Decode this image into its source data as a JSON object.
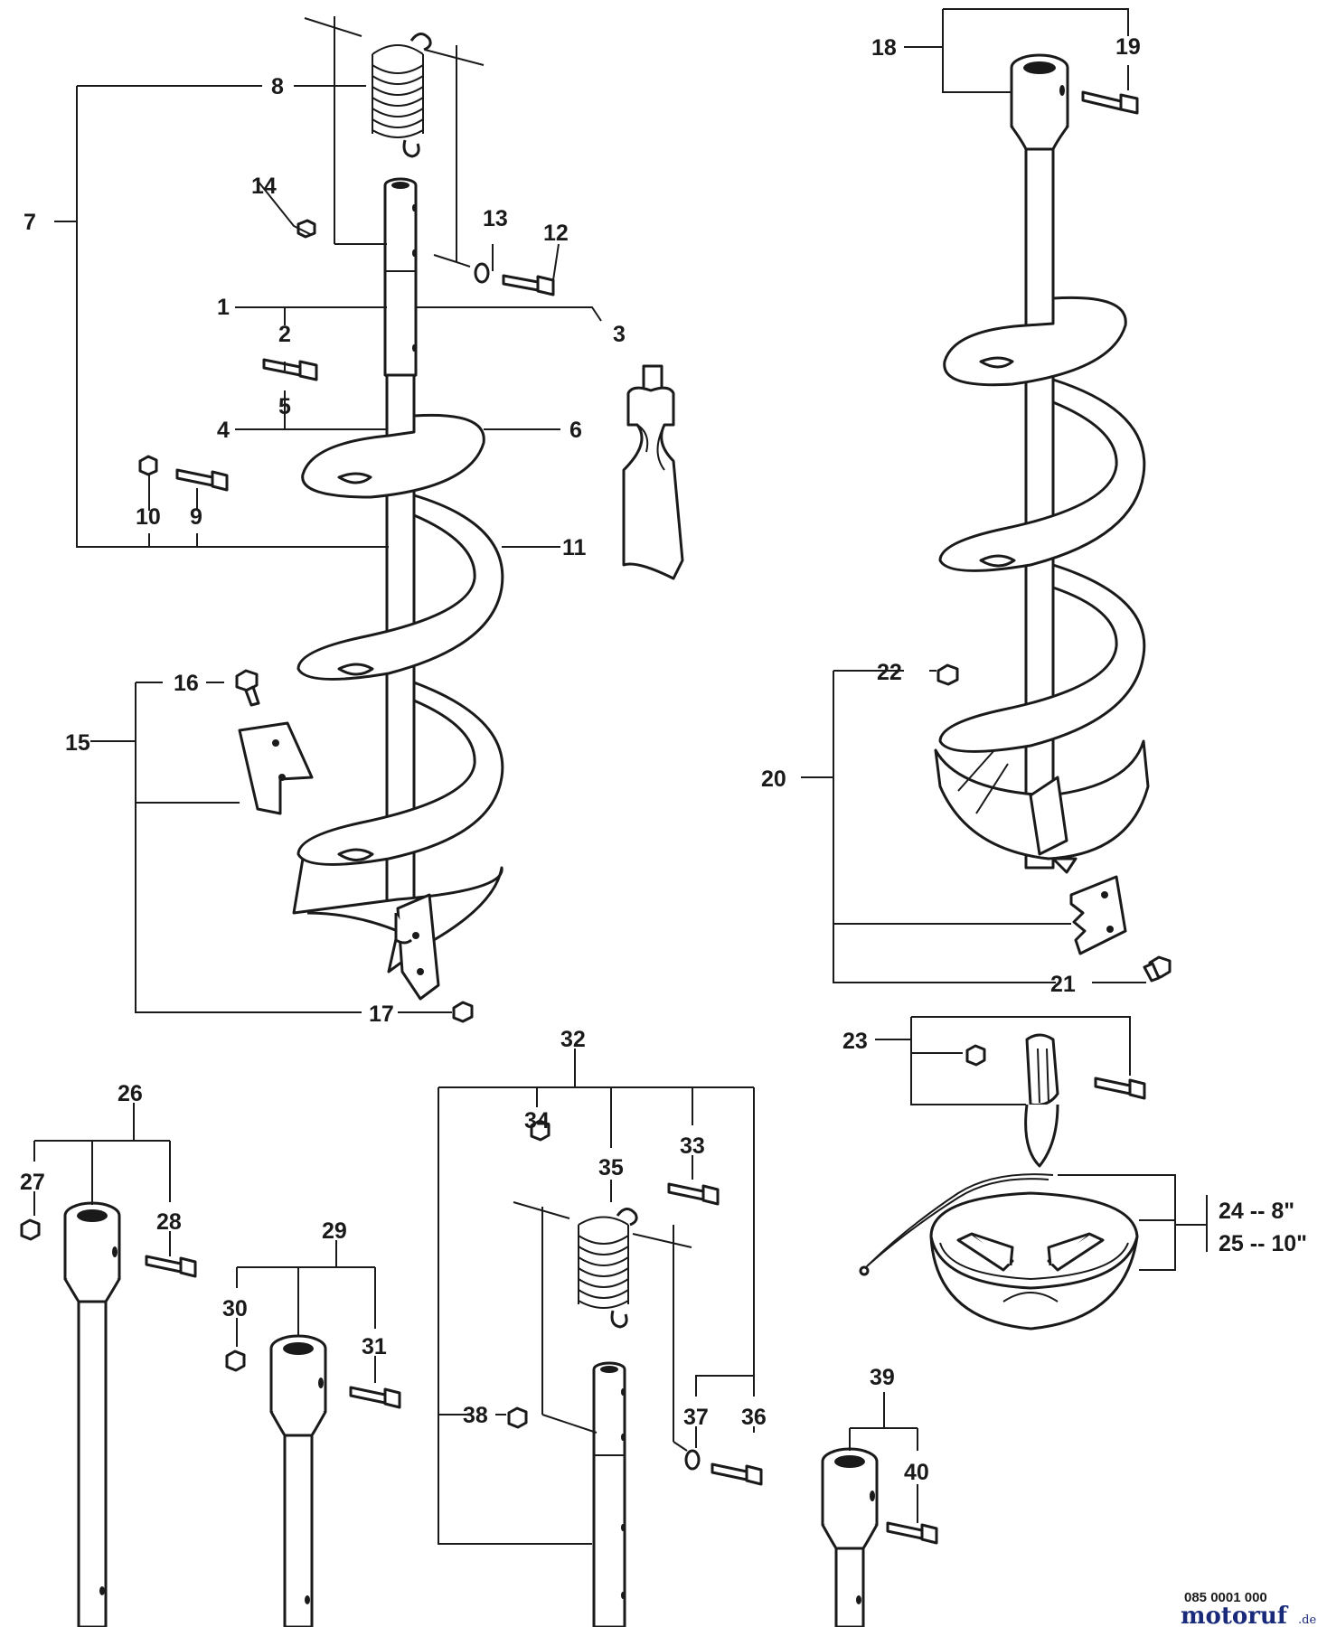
{
  "labels": {
    "n1": "1",
    "n2": "2",
    "n3": "3",
    "n4": "4",
    "n5": "5",
    "n6": "6",
    "n7": "7",
    "n8": "8",
    "n9": "9",
    "n10": "10",
    "n11": "11",
    "n12": "12",
    "n13": "13",
    "n14": "14",
    "n15": "15",
    "n16": "16",
    "n17": "17",
    "n18": "18",
    "n19": "19",
    "n20": "20",
    "n21": "21",
    "n22": "22",
    "n23": "23",
    "n24": "24 -- 8\"",
    "n25": "25 -- 10\"",
    "n26": "26",
    "n27": "27",
    "n28": "28",
    "n29": "29",
    "n30": "30",
    "n31": "31",
    "n32": "32",
    "n33": "33",
    "n34": "34",
    "n35": "35",
    "n36": "36",
    "n37": "37",
    "n38": "38",
    "n39": "39",
    "n40": "40"
  },
  "drawing_code": "085 0001 000",
  "watermark": {
    "name": "motoruf",
    "suffix": ".de"
  },
  "colors": {
    "line": "#1a1a1a",
    "brand": "#1a2a7a"
  }
}
